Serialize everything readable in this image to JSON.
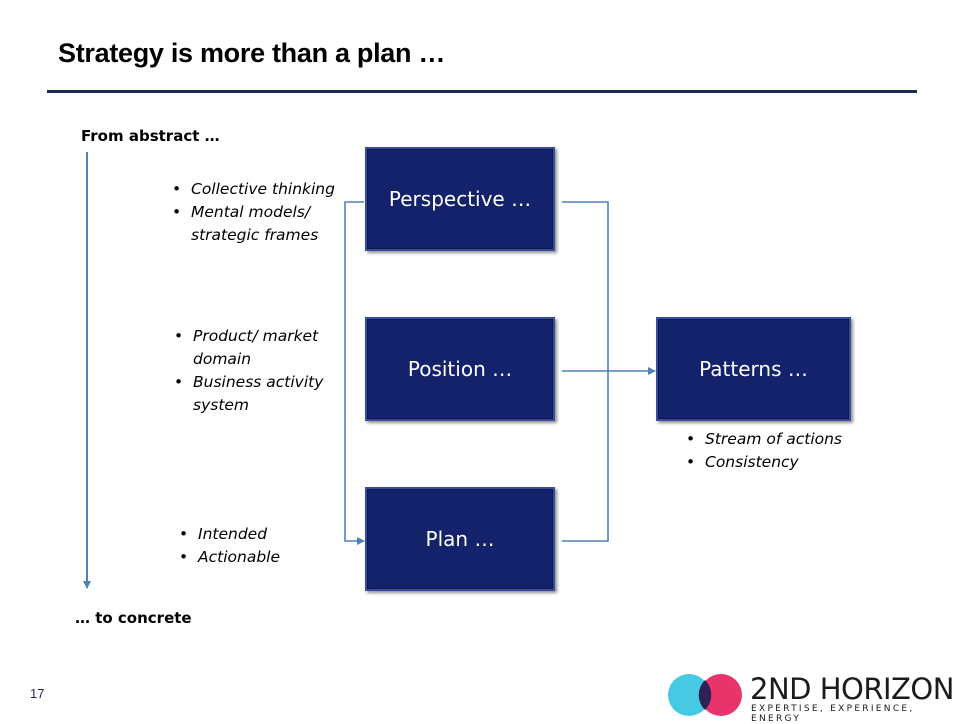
{
  "header": {
    "title": "Strategy is more than a plan …"
  },
  "axis": {
    "top_label": "From abstract …",
    "bottom_label": "… to concrete"
  },
  "boxes": {
    "perspective": "Perspective …",
    "position": "Position …",
    "plan": "Plan …",
    "patterns": "Patterns …"
  },
  "notes": {
    "perspective": [
      "Collective thinking",
      "Mental models/ strategic frames"
    ],
    "position": [
      "Product/ market domain",
      "Business activity system"
    ],
    "plan": [
      "Intended",
      "Actionable"
    ],
    "patterns": [
      "Stream of actions",
      "Consistency"
    ]
  },
  "footer": {
    "page_number": "17",
    "logo_text": "2ND HORIZON",
    "logo_tagline": "EXPERTISE, EXPERIENCE, ENERGY"
  },
  "colors": {
    "box_fill": "#13226b",
    "connector": "#4f81bd",
    "rule": "#1b2a5c"
  }
}
